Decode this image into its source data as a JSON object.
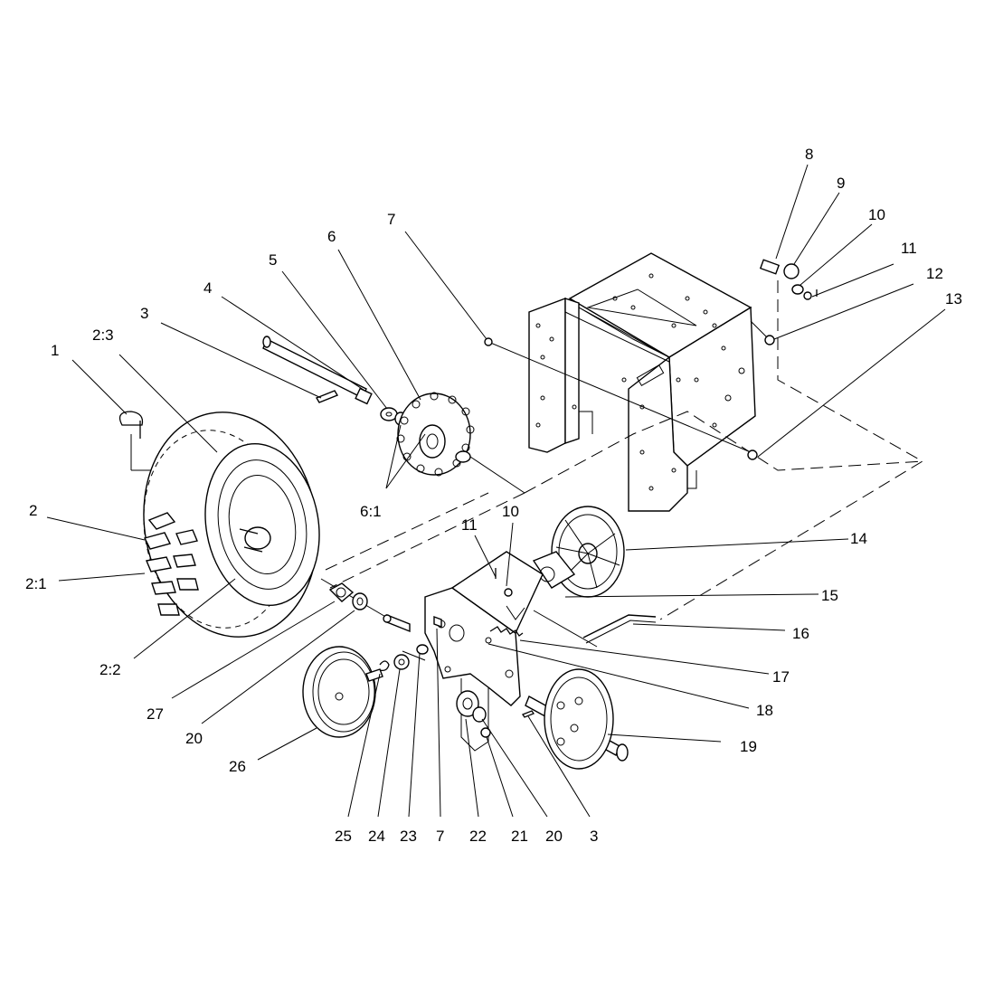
{
  "diagram": {
    "callouts": {
      "c1": "1",
      "c2": "2",
      "c2_1": "2:1",
      "c2_2": "2:2",
      "c2_3": "2:3",
      "c3a": "3",
      "c3b": "3",
      "c4": "4",
      "c5": "5",
      "c6": "6",
      "c6_1": "6:1",
      "c7a": "7",
      "c7b": "7",
      "c8": "8",
      "c9": "9",
      "c10a": "10",
      "c10b": "10",
      "c11a": "11",
      "c11b": "11",
      "c12": "12",
      "c13": "13",
      "c14": "14",
      "c15": "15",
      "c16": "16",
      "c17": "17",
      "c18": "18",
      "c19": "19",
      "c20a": "20",
      "c20b": "20",
      "c21": "21",
      "c22": "22",
      "c23": "23",
      "c24": "24",
      "c25": "25",
      "c26": "26",
      "c27": "27"
    }
  }
}
